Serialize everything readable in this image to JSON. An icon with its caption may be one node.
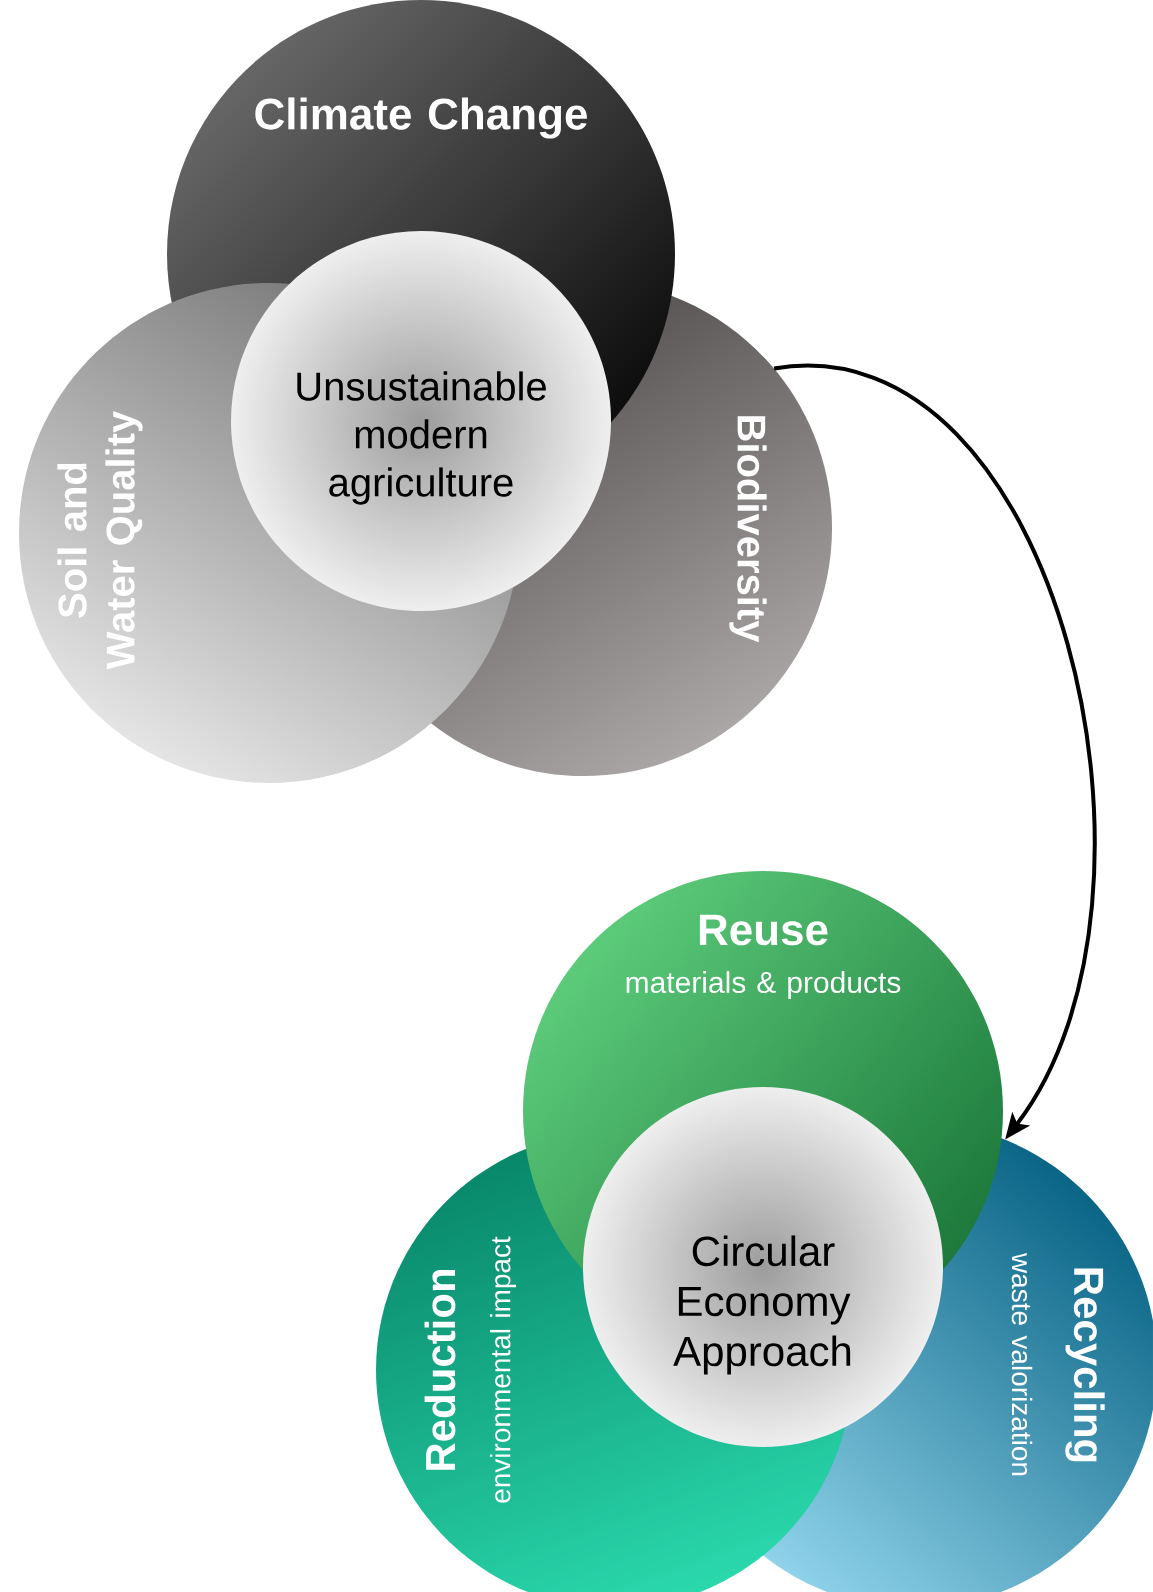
{
  "diagram": {
    "nodes": [
      {
        "text": [
          "Climate Change"
        ]
      },
      {
        "text": [
          "Soil and Water Quality"
        ]
      },
      {
        "text": [
          "Biodiversity"
        ]
      },
      {
        "text": [
          "Unsustainable modern agriculture"
        ]
      },
      {
        "text": [
          "Reuse",
          "materials & products"
        ]
      },
      {
        "text": [
          "Reduction",
          "environmental impact"
        ]
      },
      {
        "text": [
          "Recycling",
          "waste valorization"
        ]
      },
      {
        "text": [
          "Circular Economy Approach"
        ]
      }
    ],
    "edges": [
      {
        "from": 2,
        "to": 6,
        "arrow": "to"
      }
    ]
  }
}
